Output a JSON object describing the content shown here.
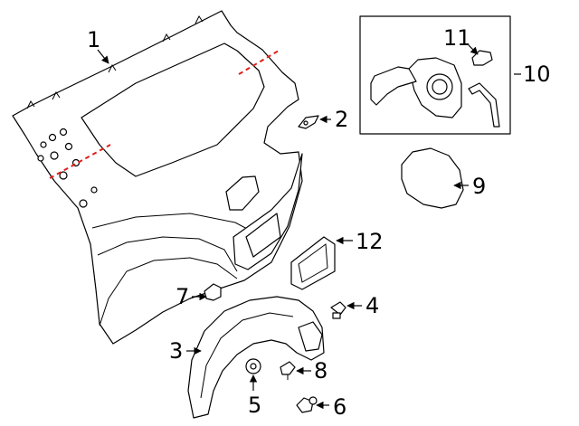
{
  "callouts": {
    "c1": "1",
    "c2": "2",
    "c3": "3",
    "c4": "4",
    "c5": "5",
    "c6": "6",
    "c7": "7",
    "c8": "8",
    "c9": "9",
    "c10": "10",
    "c11": "11",
    "c12": "12"
  },
  "colors": {
    "line": "#000000",
    "cut_line": "#e0201c",
    "background": "#ffffff"
  }
}
